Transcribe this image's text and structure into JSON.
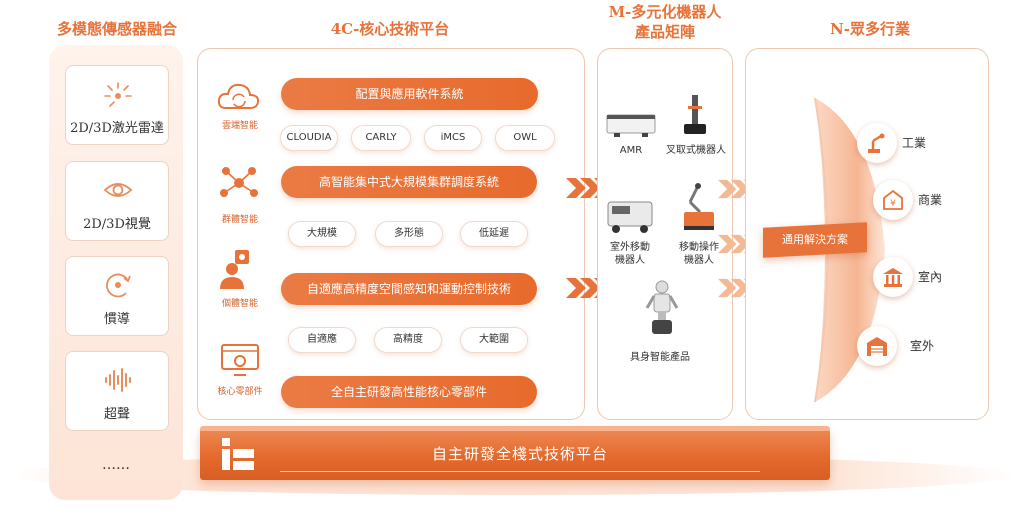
{
  "columns": {
    "sensors": "多模態傳感器融合",
    "platform": "4C-核心技術平台",
    "robots_line1": "M-多元化機器人",
    "robots_line2": "產品矩陣",
    "industries": "N-眾多行業"
  },
  "sensors": {
    "lidar": "2D/3D激光雷達",
    "vision": "2D/3D視覺",
    "inertial": "慣導",
    "ultrasonic": "超聲",
    "more": "……"
  },
  "platform": {
    "cloud": {
      "label": "雲端智能",
      "pill": "配置與應用軟件系統",
      "chips": [
        "CLOUDIA",
        "CARLY",
        "iMCS",
        "OWL"
      ]
    },
    "swarm": {
      "label": "群體智能",
      "pill": "高智能集中式大規模集群調度系統",
      "chips": [
        "大規模",
        "多形態",
        "低延遲"
      ]
    },
    "individual": {
      "label": "個體智能",
      "pill": "自適應高精度空間感知和運動控制技術",
      "chips": [
        "自適應",
        "高精度",
        "大範圍"
      ]
    },
    "components": {
      "label": "核心零部件",
      "pill": "全自主研發高性能核心零部件"
    }
  },
  "robots": {
    "amr": "AMR",
    "fork_line1": "叉取式機器人",
    "outdoor_line1": "室外移動",
    "outdoor_line2": "機器人",
    "manip_line1": "移動操作",
    "manip_line2": "機器人",
    "embodied": "具身智能產品"
  },
  "solution": "通用解決方案",
  "industries": [
    "工業",
    "商業",
    "室內",
    "室外"
  ],
  "base": "自主研發全棧式技術平台",
  "colors": {
    "accent": "#e8733a",
    "pill": "#e86f33"
  }
}
